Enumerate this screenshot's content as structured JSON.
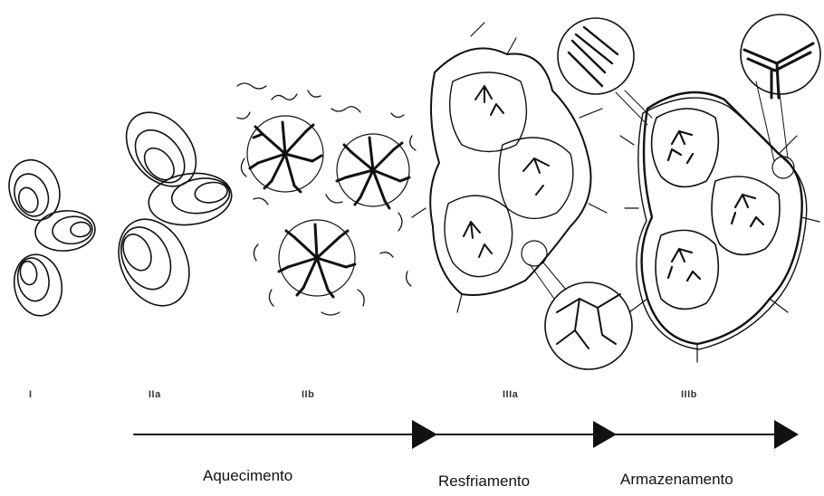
{
  "stages": [
    "I",
    "IIa",
    "IIb",
    "IIIa",
    "IIIb"
  ],
  "phases": [
    "Aquecimento",
    "Resfriamento",
    "Armazenamento"
  ]
}
